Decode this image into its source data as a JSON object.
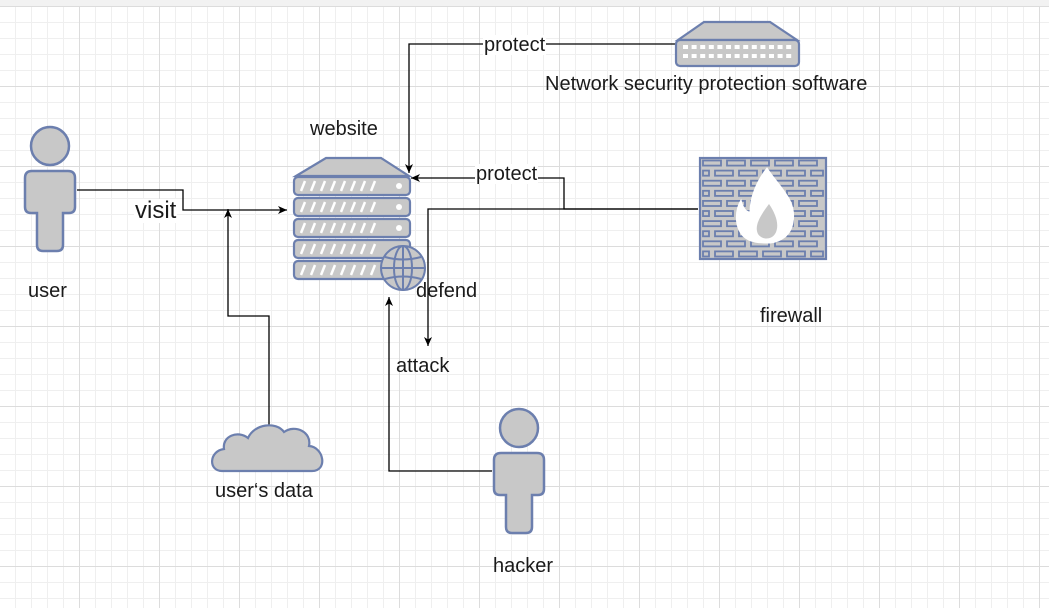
{
  "labels": {
    "user": "user",
    "website": "website",
    "firewall": "firewall",
    "nsps": "Network security protection software",
    "users_data": "user‘s data",
    "hacker": "hacker",
    "attack": "attack",
    "defend": "defend",
    "visit": "visit",
    "protect_top": "protect",
    "protect_mid": "protect"
  },
  "icons": {
    "user": "person-icon",
    "hacker": "person-icon",
    "website": "server-rack-globe-icon",
    "firewall": "brick-wall-flame-icon",
    "nsps": "network-switch-icon",
    "users_data": "cloud-icon"
  },
  "colors": {
    "shape_fill": "#c8c8c8",
    "shape_stroke": "#6c7fae",
    "edge": "#000000"
  }
}
